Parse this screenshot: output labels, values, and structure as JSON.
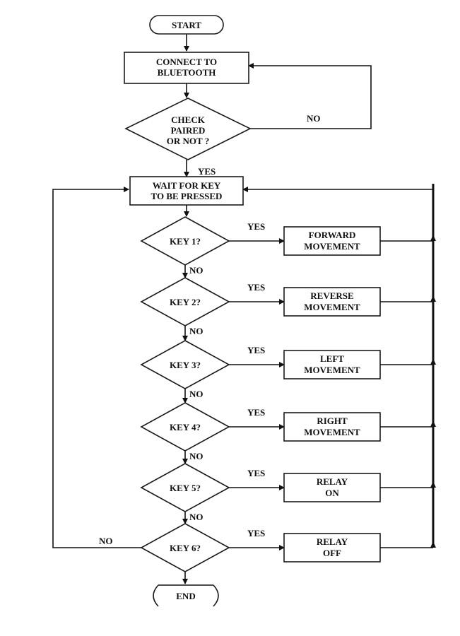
{
  "diagram": {
    "type": "flowchart",
    "nodes": {
      "start": {
        "kind": "terminator",
        "lines": [
          "START"
        ]
      },
      "connect": {
        "kind": "process",
        "lines": [
          "CONNECT TO",
          "BLUETOOTH"
        ]
      },
      "check": {
        "kind": "decision",
        "lines": [
          "CHECK",
          "PAIRED",
          "OR NOT ?"
        ]
      },
      "wait": {
        "kind": "process",
        "lines": [
          "WAIT FOR KEY",
          "TO BE PRESSED"
        ]
      },
      "key1": {
        "kind": "decision",
        "lines": [
          "KEY 1?"
        ]
      },
      "key2": {
        "kind": "decision",
        "lines": [
          "KEY 2?"
        ]
      },
      "key3": {
        "kind": "decision",
        "lines": [
          "KEY 3?"
        ]
      },
      "key4": {
        "kind": "decision",
        "lines": [
          "KEY 4?"
        ]
      },
      "key5": {
        "kind": "decision",
        "lines": [
          "KEY 5?"
        ]
      },
      "key6": {
        "kind": "decision",
        "lines": [
          "KEY 6?"
        ]
      },
      "forward": {
        "kind": "process",
        "lines": [
          "FORWARD",
          "MOVEMENT"
        ]
      },
      "reverse": {
        "kind": "process",
        "lines": [
          "REVERSE",
          "MOVEMENT"
        ]
      },
      "left": {
        "kind": "process",
        "lines": [
          "LEFT",
          "MOVEMENT"
        ]
      },
      "right": {
        "kind": "process",
        "lines": [
          "RIGHT",
          "MOVEMENT"
        ]
      },
      "relay_on": {
        "kind": "process",
        "lines": [
          "RELAY",
          "ON"
        ]
      },
      "relay_off": {
        "kind": "process",
        "lines": [
          "RELAY",
          "OFF"
        ]
      },
      "end": {
        "kind": "terminator",
        "lines": [
          "END"
        ]
      }
    },
    "edge_labels": {
      "check_no": "NO",
      "check_yes": "YES",
      "key1_yes": "YES",
      "key1_no": "NO",
      "key2_yes": "YES",
      "key2_no": "NO",
      "key3_yes": "YES",
      "key3_no": "NO",
      "key4_yes": "YES",
      "key4_no": "NO",
      "key5_yes": "YES",
      "key5_no": "NO",
      "key6_yes": "YES",
      "key6_no": "NO"
    },
    "edges": [
      [
        "start",
        "connect",
        ""
      ],
      [
        "connect",
        "check",
        ""
      ],
      [
        "check",
        "connect",
        "NO"
      ],
      [
        "check",
        "wait",
        "YES"
      ],
      [
        "wait",
        "key1",
        ""
      ],
      [
        "key1",
        "forward",
        "YES"
      ],
      [
        "key1",
        "key2",
        "NO"
      ],
      [
        "key2",
        "reverse",
        "YES"
      ],
      [
        "key2",
        "key3",
        "NO"
      ],
      [
        "key3",
        "left",
        "YES"
      ],
      [
        "key3",
        "key4",
        "NO"
      ],
      [
        "key4",
        "right",
        "YES"
      ],
      [
        "key4",
        "key5",
        "NO"
      ],
      [
        "key5",
        "relay_on",
        "YES"
      ],
      [
        "key5",
        "key6",
        "NO"
      ],
      [
        "key6",
        "relay_off",
        "YES"
      ],
      [
        "key6",
        "wait",
        "NO"
      ],
      [
        "forward",
        "wait",
        ""
      ],
      [
        "reverse",
        "wait",
        ""
      ],
      [
        "left",
        "wait",
        ""
      ],
      [
        "right",
        "wait",
        ""
      ],
      [
        "relay_on",
        "wait",
        ""
      ],
      [
        "relay_off",
        "wait",
        ""
      ],
      [
        "key6",
        "end",
        ""
      ]
    ]
  }
}
